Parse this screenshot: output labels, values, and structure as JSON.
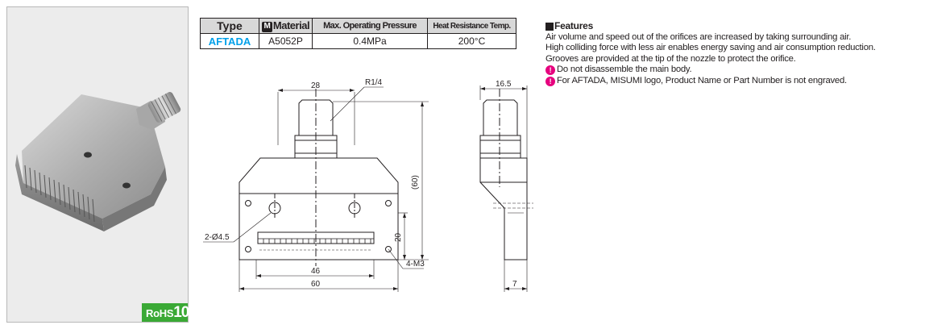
{
  "product_image": {
    "badge_text": "RoHS",
    "badge_number": "10"
  },
  "spec_table": {
    "headers": {
      "type": "Type",
      "material_badge": "M",
      "material": "Material",
      "pressure": "Max. Operating Pressure",
      "heat": "Heat Resistance Temp."
    },
    "row": {
      "type": "AFTADA",
      "material": "A5052P",
      "pressure": "0.4MPa",
      "heat": "200°C"
    }
  },
  "drawing": {
    "dims": {
      "width_top": "28",
      "thread": "R1/4",
      "height_total": "(60)",
      "hole_dia": "2-Ø4.5",
      "slot_height": "20",
      "hole_pitch": "46",
      "width_total": "60",
      "tapped": "4-M3",
      "side_width": "16.5",
      "side_thick": "7"
    }
  },
  "features": {
    "heading": "Features",
    "lines": [
      "Air volume and speed out of the orifices are increased by taking surrounding air.",
      "High colliding force with less air enables energy saving and air consumption reduction.",
      "Grooves are provided at the tip of the nozzle to protect the orifice."
    ],
    "notes": [
      "Do not disassemble the main body.",
      "For AFTADA, MISUMI logo, Product Name or Part Number is not engraved."
    ],
    "note_icon": "lightbulb-icon",
    "colors": {
      "accent": "#00a0e9",
      "note": "#e6007e",
      "rohs": "#3aa935"
    }
  }
}
